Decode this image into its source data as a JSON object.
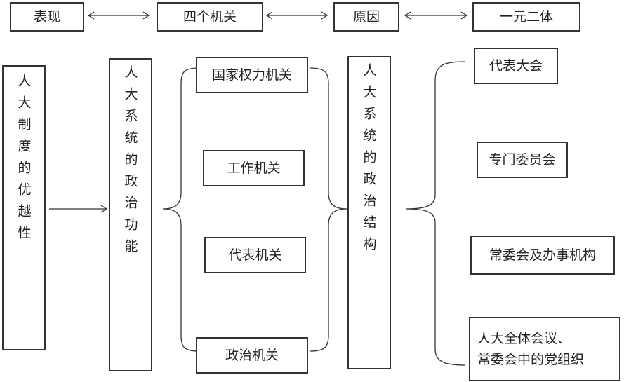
{
  "header": [
    "表现",
    "四个机关",
    "原因",
    "一元二体"
  ],
  "manifestation": "人大制度的优越性",
  "function": "人大系统的政治功能",
  "organs": [
    "国家权力机关",
    "工作机关",
    "代表机关",
    "政治机关"
  ],
  "structure": "人大系统的政治结构",
  "parts": [
    "代表大会",
    "专门委员会",
    "常委会及办事机构"
  ],
  "party_org": [
    "人大全体会议、",
    "常委会中的党组织"
  ],
  "colors": {
    "line": "#333333",
    "background": "#ffffff"
  }
}
